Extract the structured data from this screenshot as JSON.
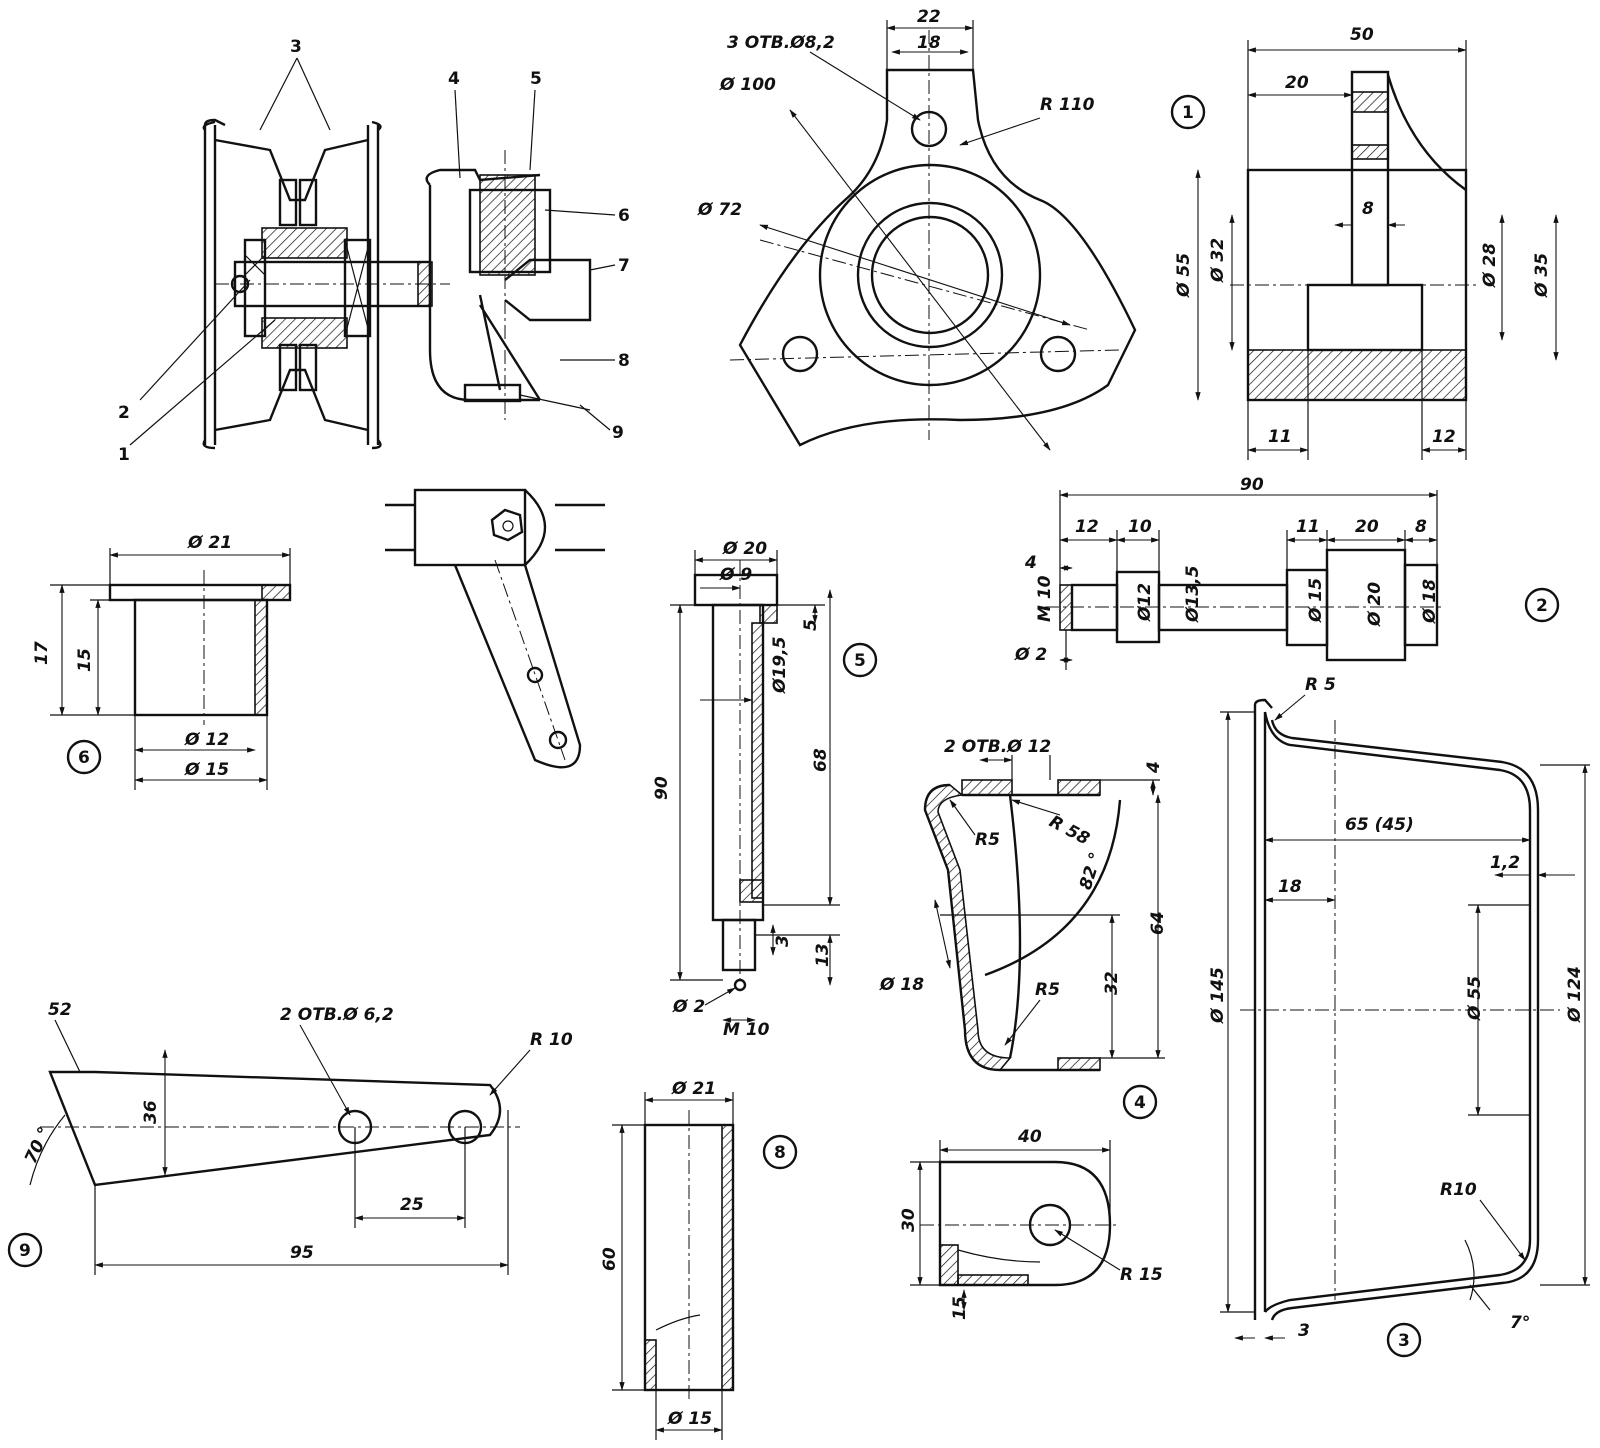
{
  "assembly": {
    "callouts": [
      "1",
      "2",
      "3",
      "4",
      "5",
      "6",
      "7",
      "8",
      "9"
    ]
  },
  "flange": {
    "holes": "3 ОТВ.Ø8,2",
    "d100": "Ø 100",
    "d72": "Ø 72",
    "r110": "R 110",
    "w22": "22",
    "w18": "18"
  },
  "part1": {
    "num": "1",
    "len50": "50",
    "len20": "20",
    "w8": "8",
    "d55": "Ø 55",
    "d32": "Ø 32",
    "d28": "Ø 28",
    "d35": "Ø 35",
    "len11": "11",
    "len12": "12"
  },
  "part2": {
    "num": "2",
    "len90": "90",
    "l12": "12",
    "l10": "10",
    "l11": "11",
    "l20": "20",
    "l8": "8",
    "l4": "4",
    "m10": "M 10",
    "d12": "Ø12",
    "d135": "Ø13,5",
    "d15": "Ø 15",
    "d20": "Ø 20",
    "d18": "Ø 18",
    "d2": "Ø 2"
  },
  "part3": {
    "num": "3",
    "r5": "R 5",
    "len65": "65 (45)",
    "t12": "1,2",
    "l18": "18",
    "d145": "Ø 145",
    "d55": "Ø 55",
    "d124": "Ø 124",
    "r10": "R10",
    "a7": "7°",
    "l3": "3"
  },
  "part4": {
    "num": "4",
    "holes": "2 ОТВ.Ø 12",
    "l4": "4",
    "r5a": "R5",
    "r58": "R 58",
    "a82": "82 °",
    "l64": "64",
    "l32": "32",
    "d18": "Ø 18",
    "r5b": "R5",
    "l40": "40",
    "l30": "30",
    "r15": "R 15",
    "l15": "15"
  },
  "part5": {
    "num": "5",
    "d20": "Ø 20",
    "d9": "Ø 9",
    "l5": "5",
    "d195": "Ø19,5",
    "l90": "90",
    "l68": "68",
    "l3": "3",
    "l13": "13",
    "d2": "Ø 2",
    "m10": "M 10"
  },
  "part6": {
    "num": "6",
    "d21": "Ø 21",
    "l17": "17",
    "l15": "15",
    "d12": "Ø 12",
    "d15": "Ø 15"
  },
  "part8": {
    "num": "8",
    "d21": "Ø 21",
    "l60": "60",
    "d15": "Ø 15"
  },
  "part9": {
    "num": "9",
    "l52": "52",
    "holes": "2 ОТВ.Ø 6,2",
    "r10": "R 10",
    "a70": "70 °",
    "l36": "36",
    "l25": "25",
    "l95": "95"
  }
}
